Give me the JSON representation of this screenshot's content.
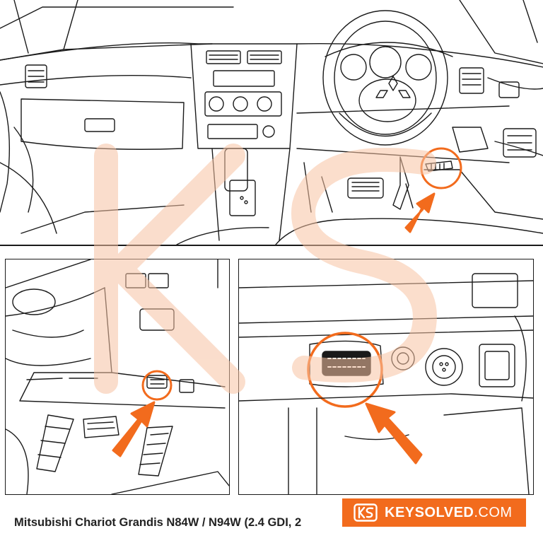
{
  "caption": {
    "title": "Mitsubishi Chariot Grandis N84W / N94W (2.4 GDI, 2"
  },
  "brand": {
    "name": "KEYSOLVED",
    "tld": ".COM",
    "logo_text": "KS"
  },
  "colors": {
    "accent": "#f26b1d",
    "line": "#1a1a1a",
    "watermark": "#f7c2a3"
  }
}
